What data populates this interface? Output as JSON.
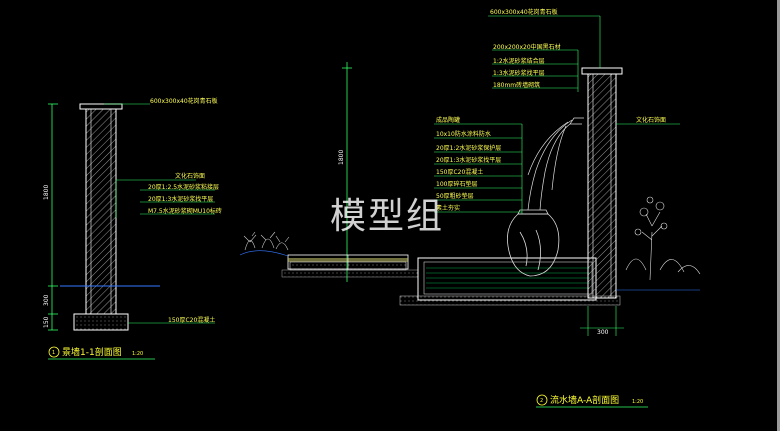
{
  "watermark": "模型组",
  "colors": {
    "background": "#000000",
    "line_white": "#ffffff",
    "line_green": "#33ff33",
    "text_yellow": "#ffff55",
    "hatch": "#cccccc",
    "water_green": "#00aa44",
    "dim_line": "#33ff66",
    "title_yellow": "#ffff33",
    "plant": "#dddddd"
  },
  "section_left": {
    "title_number": "1",
    "title": "景墙1-1剖面图",
    "scale": "1:20",
    "top_note": "600x300x40花岗青石板",
    "notes": [
      "文化石饰面",
      "20厚1:2.5水泥砂浆粘接层",
      "20厚1:3水泥砂浆找平层",
      "M7.5水泥砂浆砌MU10标砖"
    ],
    "base_note": "150厚C20混凝土",
    "dims": [
      "1800",
      "300",
      "150"
    ]
  },
  "section_right": {
    "title_number": "2",
    "title": "流水墙A-A剖面图",
    "scale": "1:20",
    "top_note": "600x300x40花岗青石板",
    "top_notes": [
      "200x200x20中国黑石材",
      "1:2水泥砂浆结合层",
      "1:3水泥砂浆找平层",
      "180mm砖墙砌筑"
    ],
    "side_note": "文化石饰面",
    "left_notes": [
      "成品陶罐",
      "10x10防水涂料防水",
      "20厚1:2水泥砂浆保护层",
      "20厚1:3水泥砂浆找平层",
      "150厚C20混凝土",
      "100厚碎石垫层",
      "50厚粗砂垫层",
      "素土夯实"
    ],
    "dims": [
      "1800",
      "300"
    ]
  }
}
